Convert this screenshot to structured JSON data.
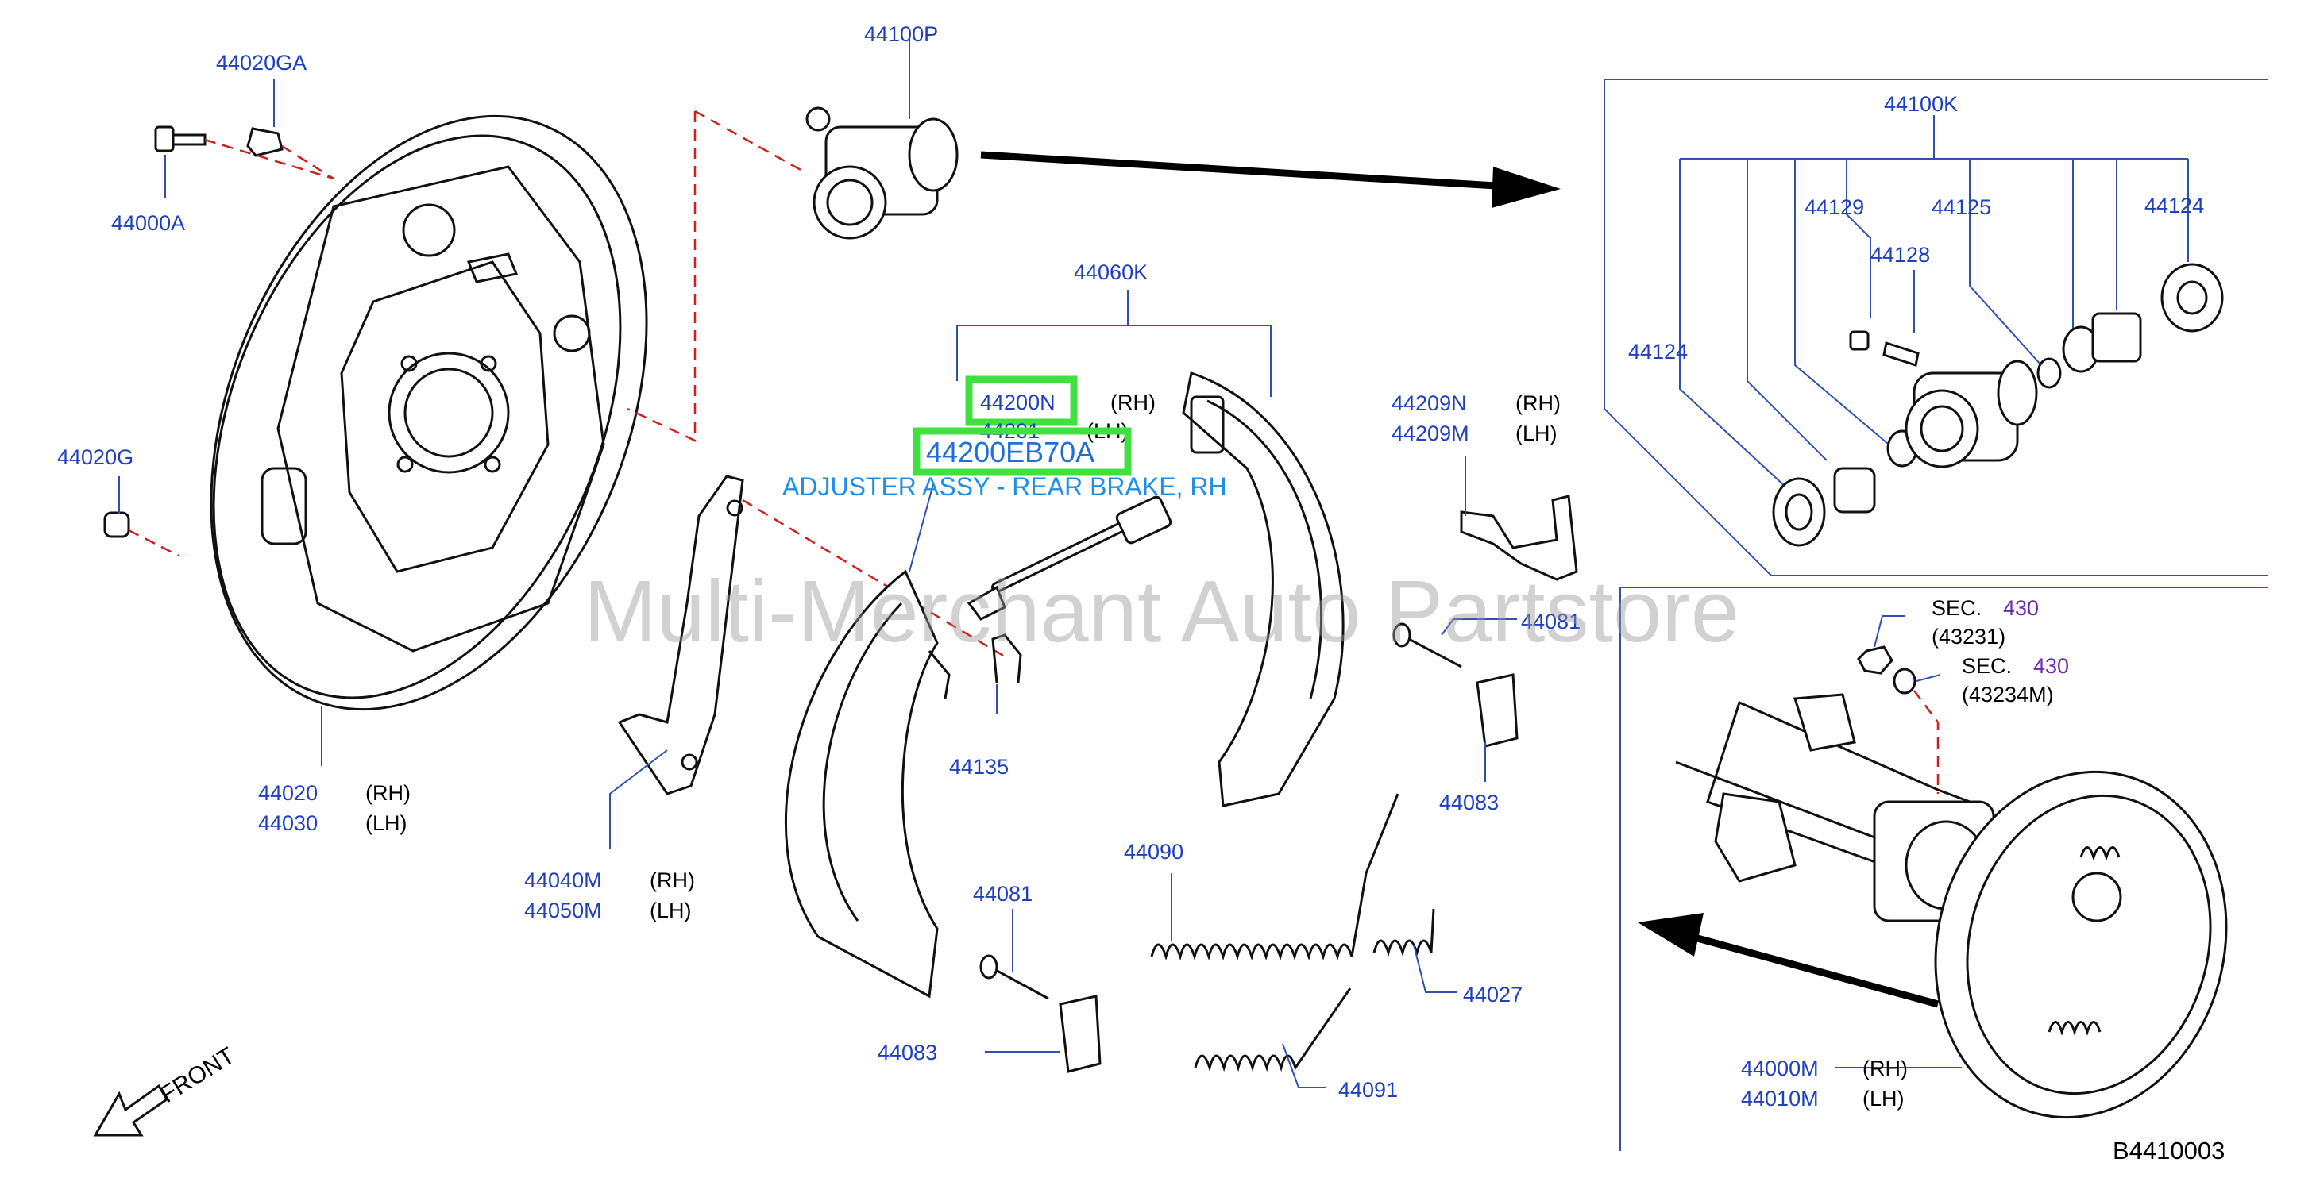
{
  "diagram": {
    "reference_code": "B4410003",
    "watermark": "Multi-Merchant Auto Partstore",
    "front_label": "FRONT",
    "highlight": {
      "part_number": "44200EB70A",
      "description": "ADJUSTER ASSY - REAR BRAKE, RH"
    },
    "parts": {
      "p44020GA": "44020GA",
      "p44000A": "44000A",
      "p44020G": "44020G",
      "p44020": "44020",
      "p44030": "44030",
      "p44100P": "44100P",
      "p44060K": "44060K",
      "p44200N": "44200N",
      "p44201": "44201",
      "p44040M": "44040M",
      "p44050M": "44050M",
      "p44135": "44135",
      "p44081a": "44081",
      "p44083a": "44083",
      "p44090": "44090",
      "p44091": "44091",
      "p44027": "44027",
      "p44209N": "44209N",
      "p44209M": "44209M",
      "p44081b": "44081",
      "p44083b": "44083",
      "p44100K": "44100K",
      "p44129": "44129",
      "p44125": "44125",
      "p44124a": "44124",
      "p44128": "44128",
      "p44124b": "44124",
      "p44000M": "44000M",
      "p44010M": "44010M"
    },
    "sides": {
      "rh": "(RH)",
      "lh": "(LH)"
    },
    "sections": {
      "sec_label": "SEC.",
      "sec_number": "430",
      "ref1": "(43231)",
      "ref2": "(43234M)"
    }
  }
}
